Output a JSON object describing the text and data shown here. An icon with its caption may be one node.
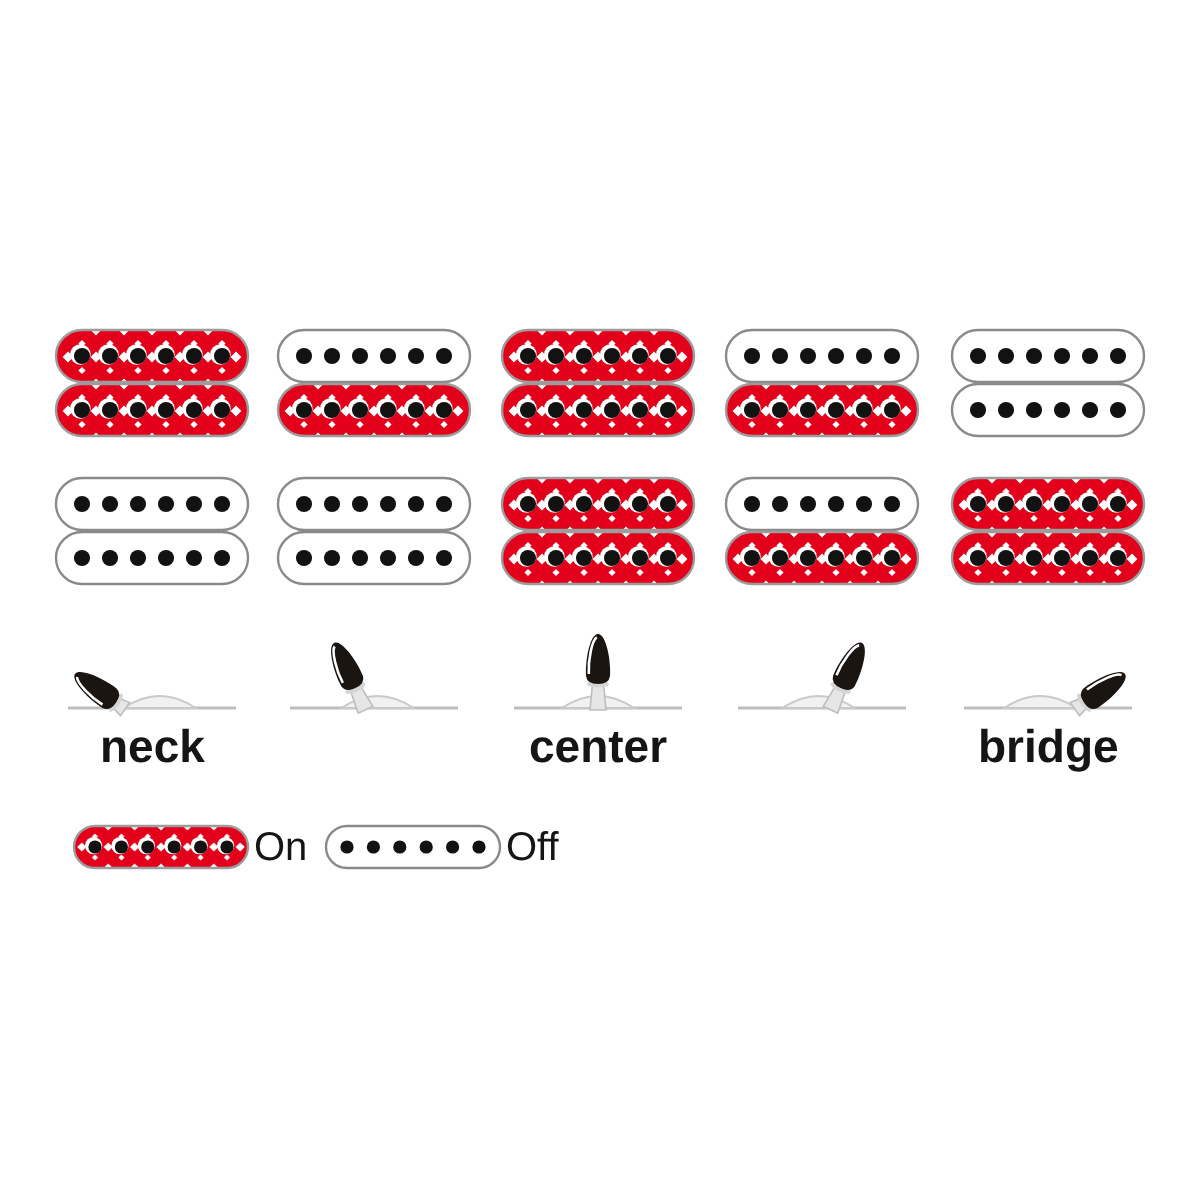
{
  "diagram": {
    "labels": [
      "neck",
      "center",
      "bridge"
    ],
    "legend": [
      {
        "text": "On",
        "color": "#e2001a"
      },
      {
        "text": "Off"
      }
    ]
  }
}
